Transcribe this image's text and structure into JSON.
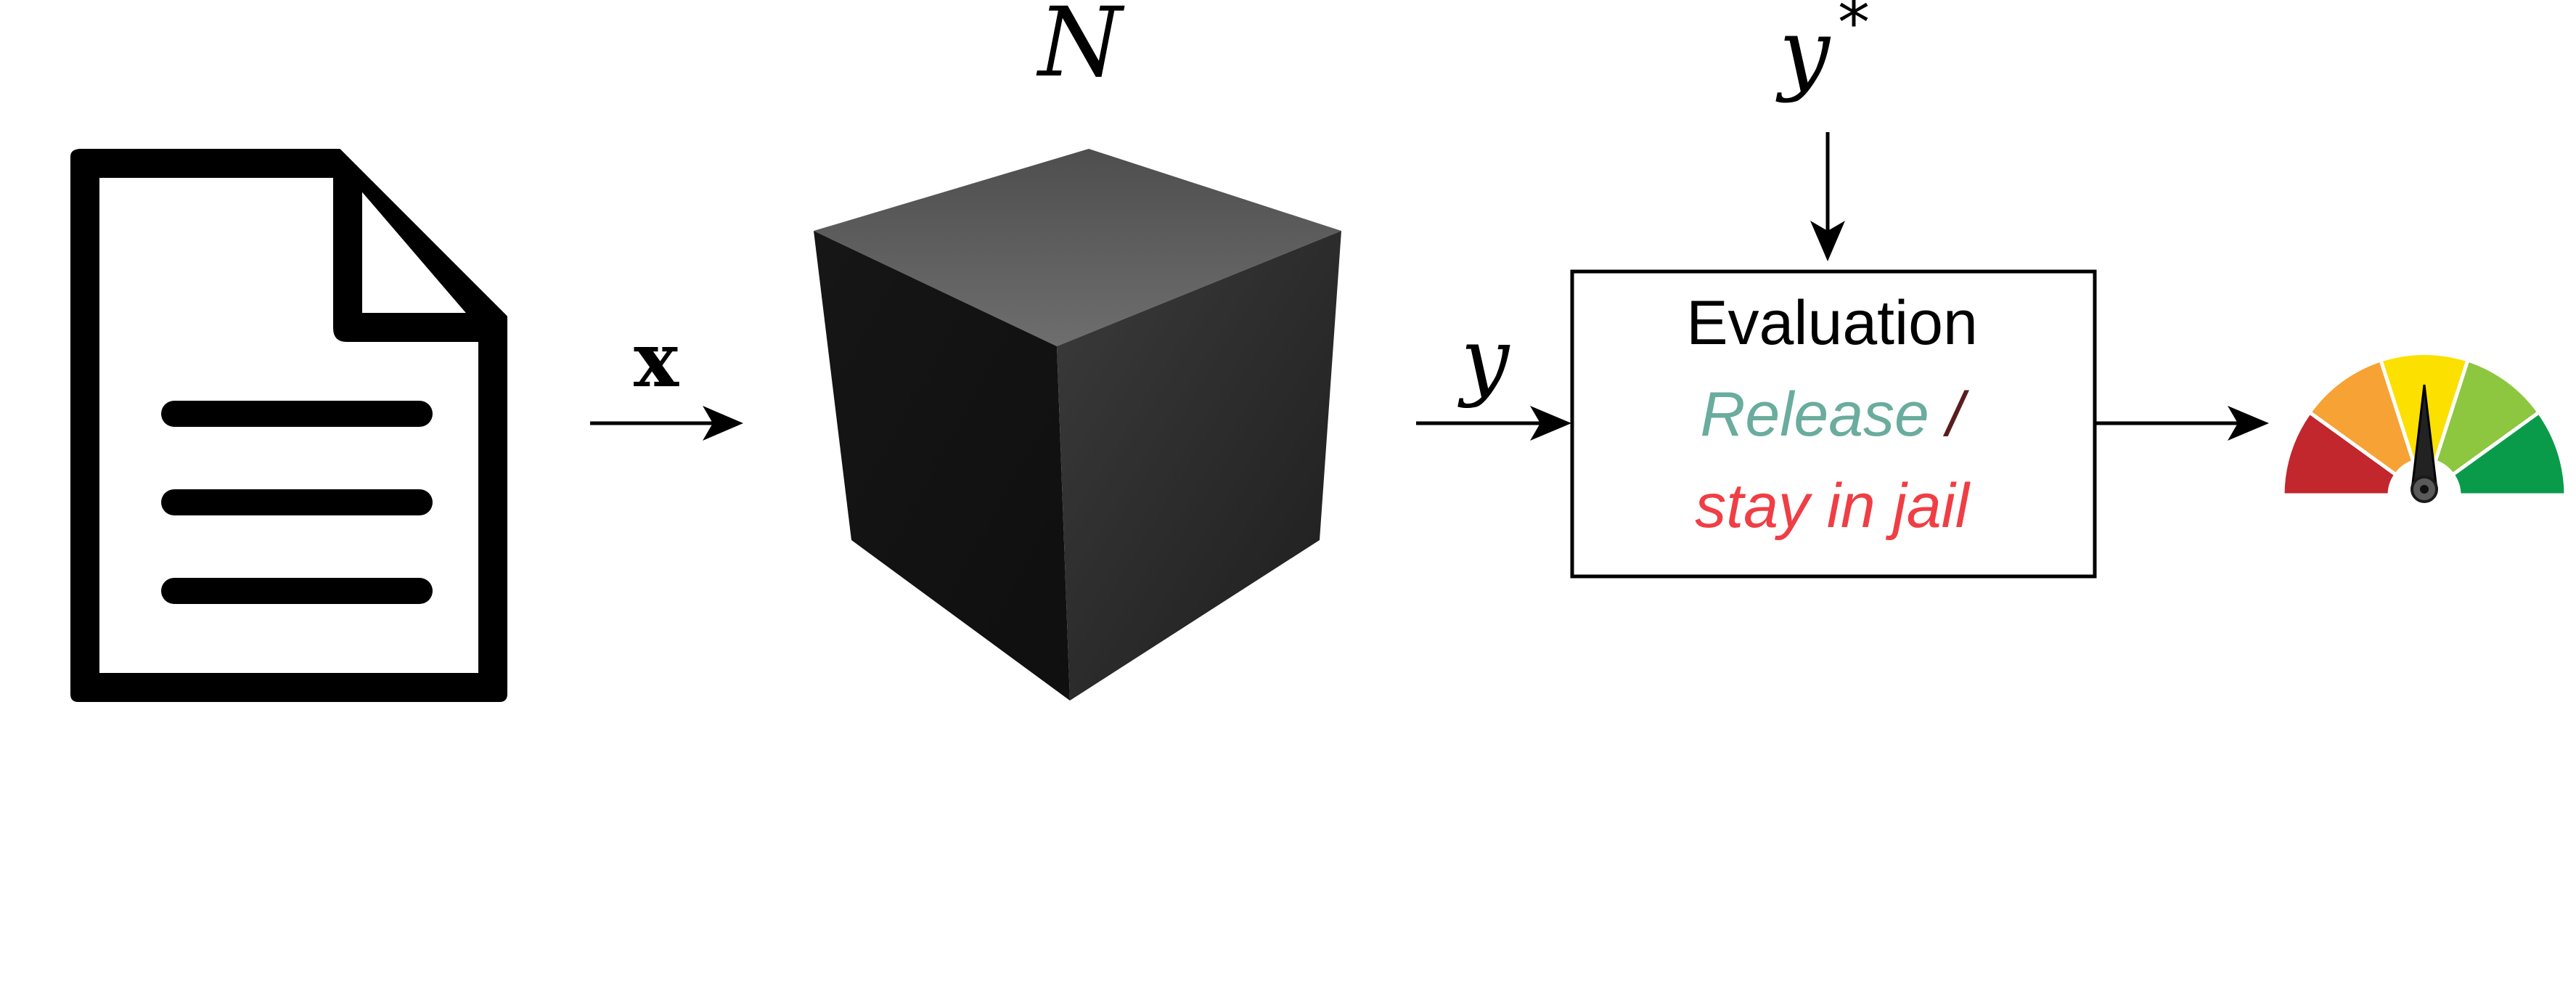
{
  "labels": {
    "input": "x",
    "model": "N",
    "output": "y",
    "target": "y",
    "target_superscript": "*"
  },
  "evaluation": {
    "title": "Evaluation",
    "release": "Release",
    "separator": "/",
    "jail": "stay in jail"
  },
  "icons": {
    "input": "document-icon",
    "model": "black-box-cube-icon",
    "result": "gauge-meter-icon"
  },
  "colors": {
    "release": "#6aac9e",
    "jail": "#ef3e44",
    "separator": "#5a1d1d",
    "gauge_red": "#c1272d",
    "gauge_orange": "#f7a235",
    "gauge_yellow": "#fbe000",
    "gauge_lightgreen": "#8dc63f",
    "gauge_green": "#0a9b4a"
  }
}
